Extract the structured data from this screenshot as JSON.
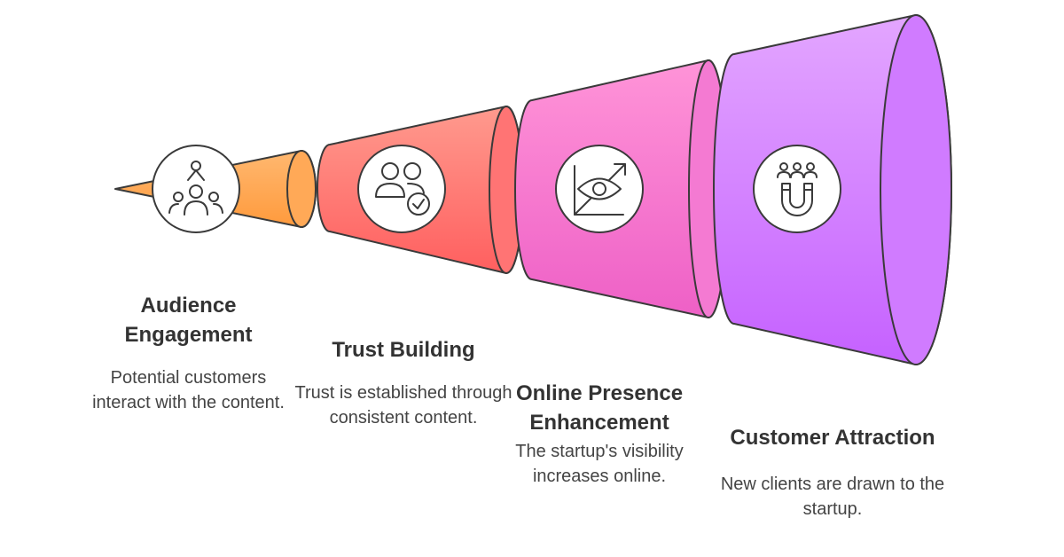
{
  "stages": [
    {
      "title": "Audience Engagement",
      "description": "Potential customers interact with the content.",
      "icon": "people-interaction-icon",
      "color": "#ffa64d"
    },
    {
      "title": "Trust Building",
      "description": "Trust is established through consistent content.",
      "icon": "people-check-icon",
      "color": "#ff6e6e"
    },
    {
      "title": "Online Presence Enhancement",
      "description": "The startup's visibility increases online.",
      "icon": "eye-growth-icon",
      "color": "#f26fcf"
    },
    {
      "title": "Customer Attraction",
      "description": "New clients are drawn to the startup.",
      "icon": "magnet-people-icon",
      "color": "#cc73ff"
    }
  ]
}
